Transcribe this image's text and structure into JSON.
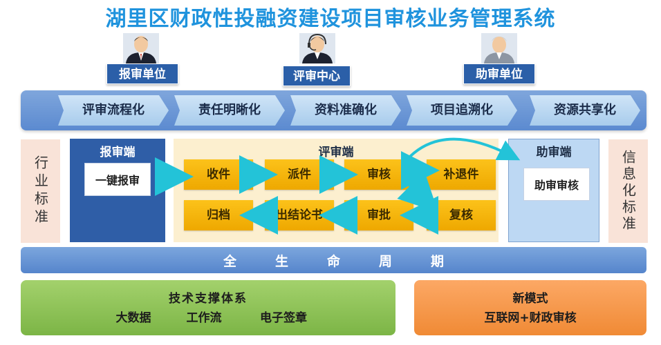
{
  "title": "湖里区财政性投融资建设项目审核业务管理系统",
  "roles": [
    {
      "label": "报审单位",
      "icon": "person-suit-icon"
    },
    {
      "label": "评审中心",
      "icon": "person-headset-icon"
    },
    {
      "label": "助审单位",
      "icon": "person-gray-icon"
    }
  ],
  "principles": [
    "评审流程化",
    "责任明晰化",
    "资料准确化",
    "项目追溯化",
    "资源共享化"
  ],
  "left_side": "行业标准",
  "right_side": "信息化标准",
  "submit_end": {
    "title": "报审端",
    "item": "一键报审"
  },
  "review_end": {
    "title": "评审端",
    "row1": [
      "收件",
      "派件",
      "审核",
      "补退件"
    ],
    "row2": [
      "归档",
      "出结论书",
      "审批",
      "复核"
    ]
  },
  "assist_end": {
    "title": "助审端",
    "item": "助审审核"
  },
  "lifecycle": [
    "全",
    "生",
    "命",
    "周",
    "期"
  ],
  "tech": {
    "title": "技术支撑体系",
    "items": [
      "大数据",
      "工作流",
      "电子签章"
    ]
  },
  "mode": {
    "title": "新模式",
    "item": "互联网+财政审核"
  }
}
